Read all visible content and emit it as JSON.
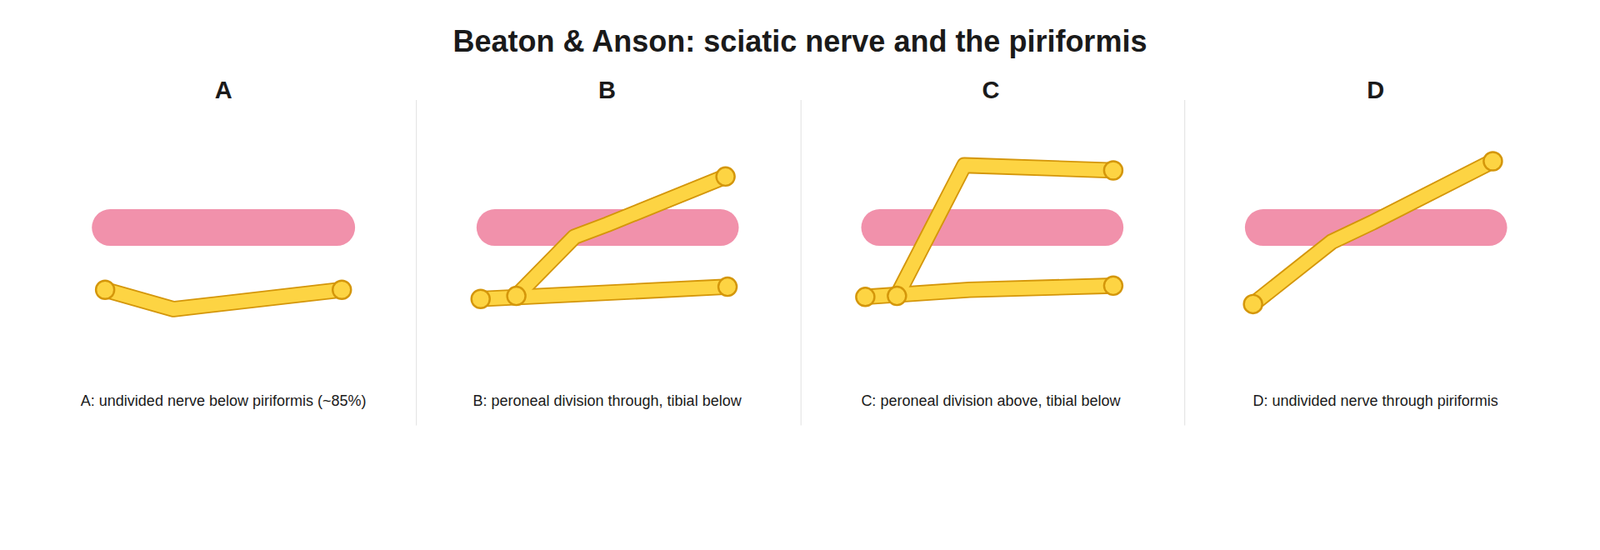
{
  "diagram": {
    "title": "Beaton & Anson: sciatic nerve and the piriformis",
    "labels": [
      "A",
      "B",
      "C",
      "D",
      "A: undivided nerve below piriformis (~85%)",
      "B: peroneal division through, tibial below",
      "C: peroneal division above, tibial below",
      "D: undivided nerve through piriformis"
    ]
  }
}
